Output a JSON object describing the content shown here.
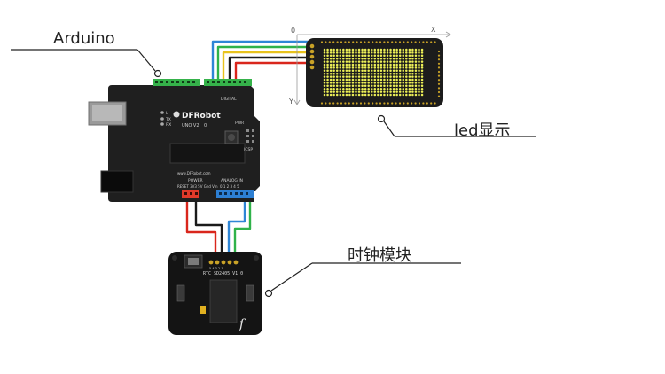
{
  "labels": {
    "arduino": "Arduino",
    "led_display": "led显示",
    "clock_module": "时钟模块"
  },
  "led_axes": {
    "origin": "0",
    "x": "X",
    "y": "Y"
  },
  "arduino_board": {
    "brand": "DFRobot",
    "model": "UNO V2",
    "model_rev": "0",
    "url": "www.DFRobot.com",
    "digital_header": "DIGITAL",
    "power_header": "POWER",
    "power_pins": "RESET 3V3 5V Gnd Vin",
    "analog_header": "ANALOG IN",
    "analog_pins": "0 1 2 3 4 5",
    "led_l": "L",
    "led_tx": "TX",
    "led_rx": "RX",
    "led_pwr": "PWR",
    "icsp": "ICSP"
  },
  "rtc_module": {
    "title": "RTC SD2405 V1.0",
    "pins": "5 4 3 2 1"
  },
  "colors": {
    "board": "#1f1f1f",
    "wire_red": "#d9261c",
    "wire_black": "#1a1a1a",
    "wire_blue": "#2f86d6",
    "wire_green": "#2fb24a",
    "wire_yellow": "#e8c21c",
    "led_on": "#ecef57",
    "header_red": "#e03a2a",
    "header_green": "#35b24a",
    "header_blue": "#2d7fd3"
  }
}
